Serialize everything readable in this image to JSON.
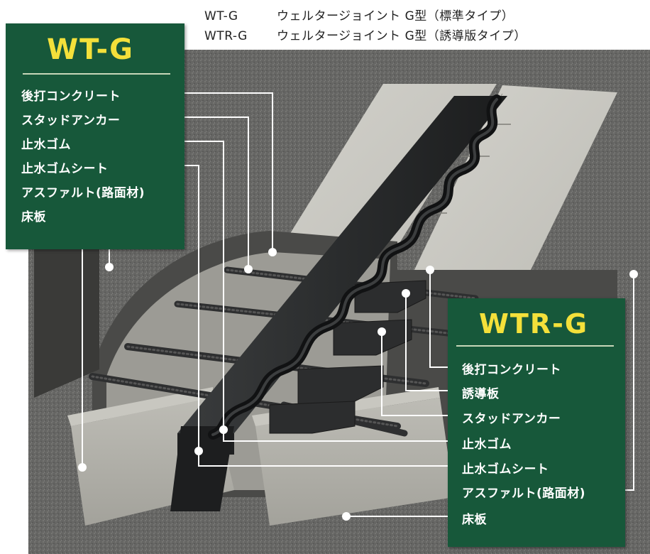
{
  "header": {
    "line1": {
      "code": "WT-G",
      "desc": "ウェルタージョイント G型（標準タイプ）"
    },
    "line2": {
      "code": "WTR-G",
      "desc": "ウェルタージョイント G型（誘導版タイプ）"
    }
  },
  "left_panel": {
    "title": "WT-G",
    "items": [
      "後打コンクリート",
      "スタッドアンカー",
      "止水ゴム",
      "止水ゴムシート",
      "アスファルト(路面材)",
      "床板"
    ]
  },
  "right_panel": {
    "title": "WTR-G",
    "items": [
      "後打コンクリート",
      "誘導板",
      "スタッドアンカー",
      "止水ゴム",
      "止水ゴムシート",
      "アスファルト(路面材)",
      "床板"
    ]
  },
  "colors": {
    "panel_green": "#17583a",
    "title_yellow": "#f4e03a",
    "asphalt": "#6d6d6b",
    "concrete": "#c9c8c2",
    "rubber": "#2b2d2e"
  }
}
